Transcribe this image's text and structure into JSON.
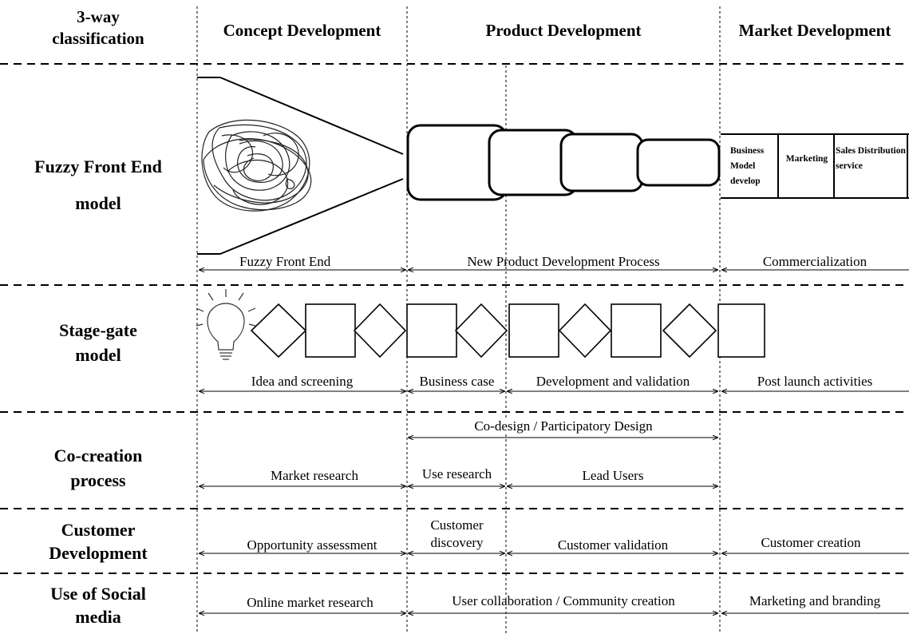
{
  "header": {
    "classification": "3-way classification",
    "concept": "Concept Development",
    "product": "Product Development",
    "market": "Market Development"
  },
  "rows": {
    "fuzzy": {
      "label": "Fuzzy Front End model",
      "box": {
        "col1": "Business Model develop",
        "col2": "Marketing",
        "col3": "Sales Distribution service"
      },
      "phases": [
        "Fuzzy Front End",
        "New Product Development Process",
        "Commercialization"
      ]
    },
    "stagegate": {
      "label": "Stage-gate model",
      "phases": [
        "Idea and screening",
        "Business case",
        "Development and validation",
        "Post launch activities"
      ]
    },
    "cocreation": {
      "label": "Co-creation process",
      "top": "Co-design / Participatory Design",
      "phases": [
        "Market research",
        "Use research",
        "Lead Users"
      ]
    },
    "custdev": {
      "label": "Customer Development",
      "phases": [
        "Opportunity assessment",
        "Customer discovery",
        "Customer validation",
        "Customer creation"
      ]
    },
    "social": {
      "label": "Use of Social media",
      "phases": [
        "Online market research",
        "User collaboration / Community creation",
        "Marketing and branding"
      ]
    }
  }
}
